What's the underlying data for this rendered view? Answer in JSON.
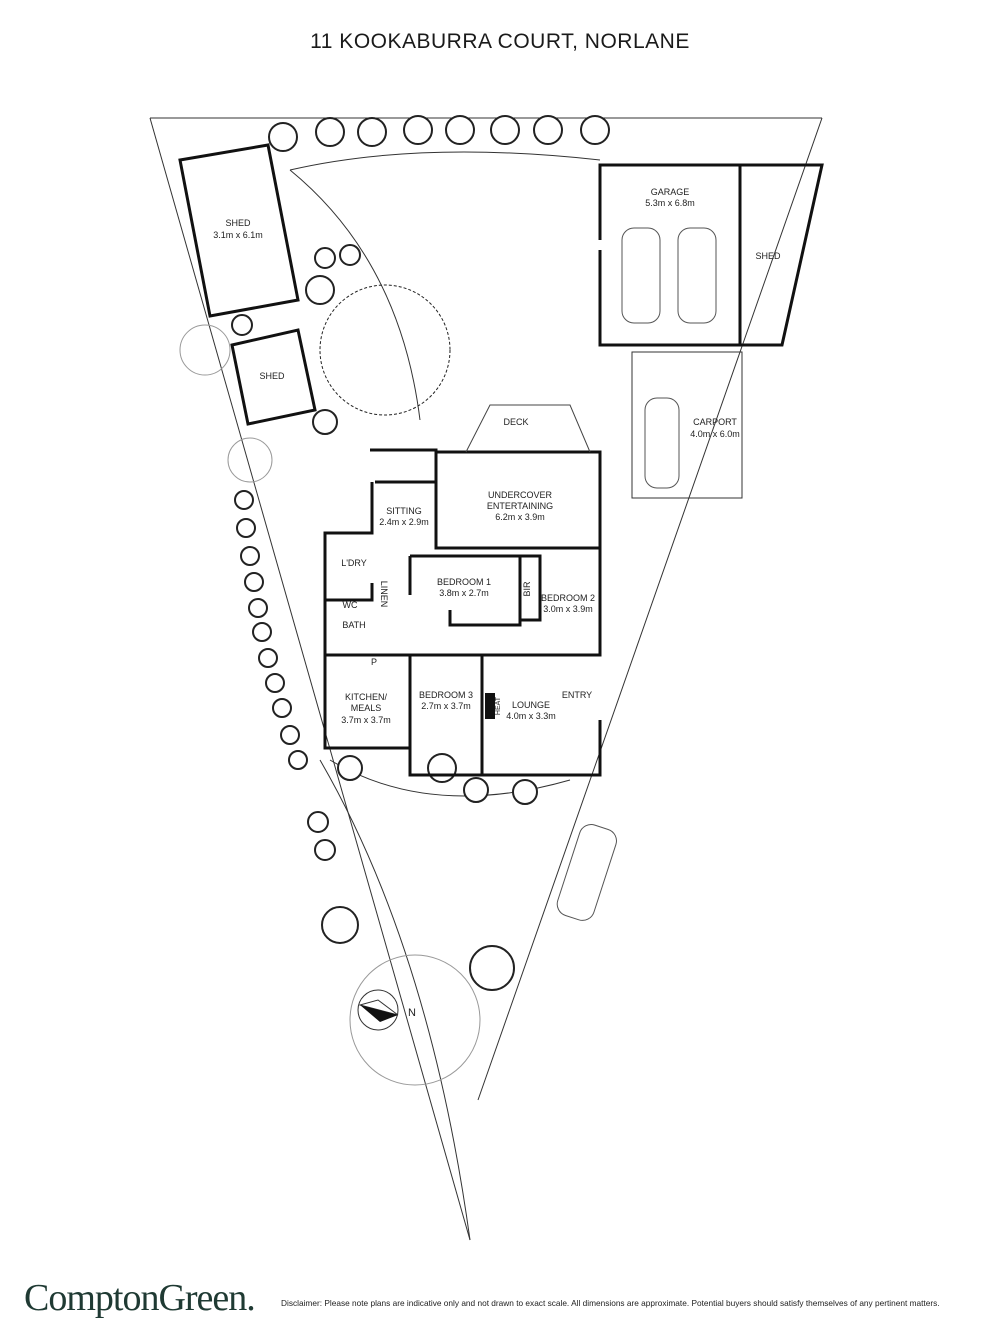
{
  "title": "11 KOOKABURRA COURT, NORLANE",
  "rooms": {
    "garage": {
      "name": "GARAGE",
      "size": "5.3m x 6.8m"
    },
    "shed_garage": {
      "name": "SHED"
    },
    "shed_large": {
      "name": "SHED",
      "size": "3.1m x 6.1m"
    },
    "shed_small": {
      "name": "SHED"
    },
    "carport": {
      "name": "CARPORT",
      "size": "4.0m x 6.0m"
    },
    "deck": {
      "name": "DECK"
    },
    "undercover": {
      "name1": "UNDERCOVER",
      "name2": "ENTERTAINING",
      "size": "6.2m x 3.9m"
    },
    "sitting": {
      "name": "SITTING",
      "size": "2.4m x 2.9m"
    },
    "laundry": {
      "name": "L'DRY"
    },
    "wc": {
      "name": "WC"
    },
    "linen": {
      "name": "LINEN"
    },
    "bath": {
      "name": "BATH"
    },
    "pantry": {
      "name": "P"
    },
    "bedroom1": {
      "name": "BEDROOM 1",
      "size": "3.8m x 2.7m"
    },
    "bir": {
      "name": "BIR"
    },
    "bedroom2": {
      "name": "BEDROOM 2",
      "size": "3.0m x 3.9m"
    },
    "kitchen": {
      "name1": "KITCHEN/",
      "name2": "MEALS",
      "size": "3.7m x 3.7m"
    },
    "bedroom3": {
      "name": "BEDROOM 3",
      "size": "2.7m x 3.7m"
    },
    "heat": {
      "name": "HEAT"
    },
    "lounge": {
      "name": "LOUNGE",
      "size": "4.0m x 3.3m"
    },
    "entry": {
      "name": "ENTRY"
    }
  },
  "compass": {
    "label": "N"
  },
  "brand": "ComptonGreen.",
  "disclaimer": "Disclaimer: Please note plans are indicative only and not drawn to exact scale. All dimensions are approximate. Potential buyers should satisfy themselves of any pertinent matters."
}
